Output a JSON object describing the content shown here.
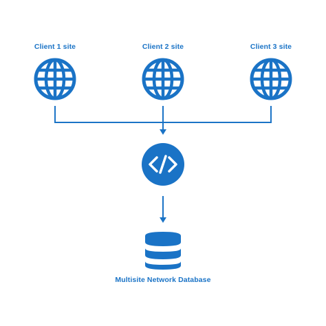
{
  "diagram": {
    "clients": [
      {
        "label": "Client 1 site",
        "icon": "globe-icon"
      },
      {
        "label": "Client 2 site",
        "icon": "globe-icon"
      },
      {
        "label": "Client 3 site",
        "icon": "globe-icon"
      }
    ],
    "router": {
      "icon": "code-icon"
    },
    "database": {
      "label": "Multisite Network Database",
      "icon": "database-icon"
    }
  },
  "colors": {
    "accent": "#1a73c6",
    "background": "#ffffff"
  }
}
